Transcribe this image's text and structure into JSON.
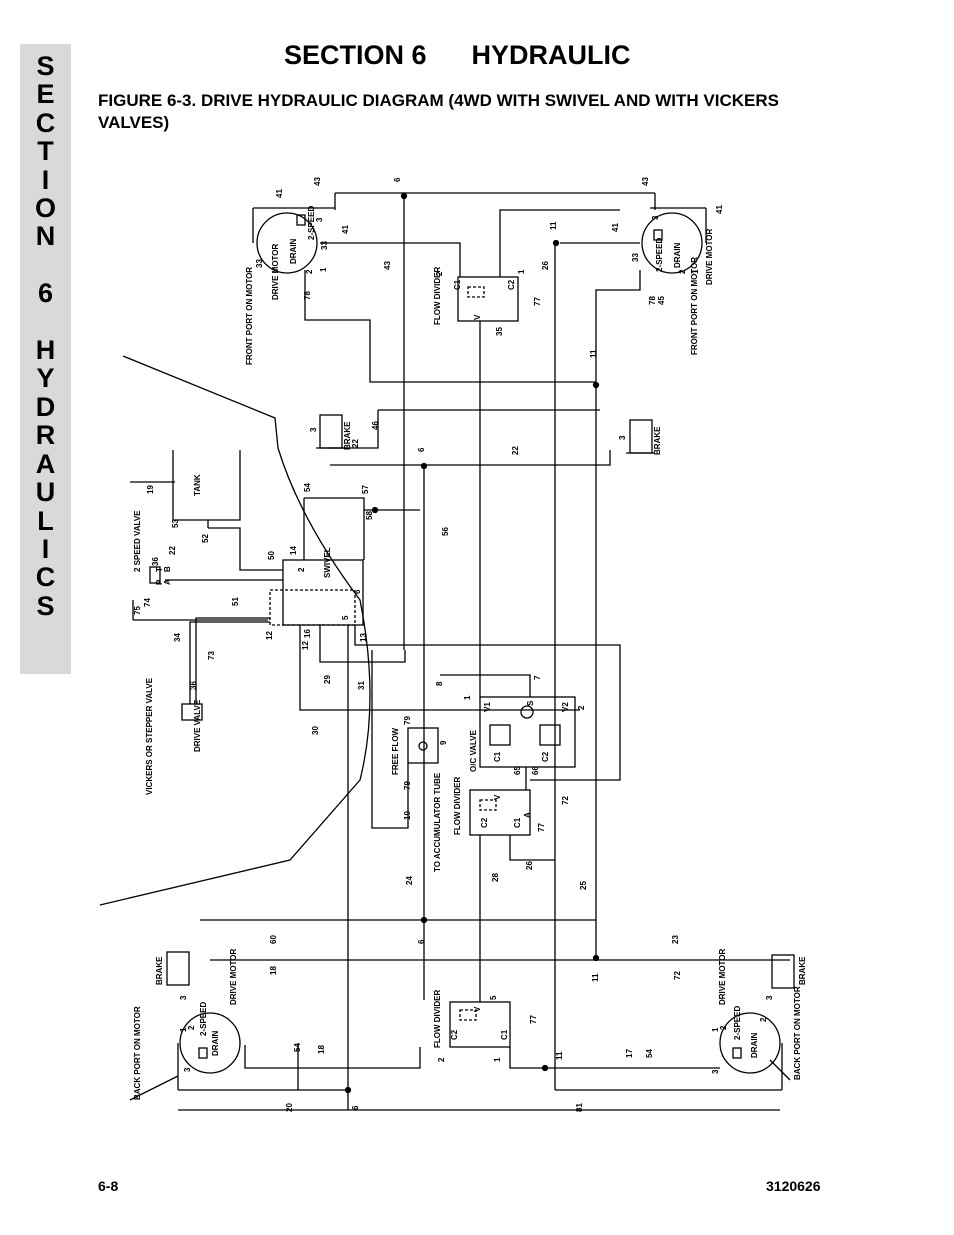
{
  "side_tab": {
    "letters": [
      "S",
      "E",
      "C",
      "T",
      "I",
      "O",
      "N",
      "",
      "6",
      "",
      "H",
      "Y",
      "D",
      "R",
      "A",
      "U",
      "L",
      "I",
      "C",
      "S"
    ]
  },
  "header": {
    "section": "SECTION 6      HYDRAULIC",
    "figure": "FIGURE 6-3.    DRIVE HYDRAULIC DIAGRAM (4WD WITH SWIVEL AND WITH VICKERS VALVES)"
  },
  "diagram": {
    "components": {
      "drive_motor": "DRIVE MOTOR",
      "front_port": "FRONT PORT ON MOTOR",
      "back_port": "BACK PORT ON MOTOR",
      "flow_divider": "FLOW DIVIDER",
      "brake": "BRAKE",
      "tank": "TANK",
      "two_speed_valve": "2 SPEED VALVE",
      "swivel": "SWIVEL",
      "vickers": "VICKERS OR STEPPER VALVE",
      "drive_valve": "DRIVE VALVE",
      "free_flow": "FREE FLOW",
      "oc_valve": "O/C VALVE",
      "accumulator": "TO ACCUMULATOR TUBE",
      "two_speed": "2-SPEED",
      "drain": "DRAIN"
    },
    "port_labels": {
      "c1": "C1",
      "c2": "C2",
      "v": "V",
      "v1": "V1",
      "v2": "V2",
      "s": "S",
      "a": "A",
      "b": "B",
      "p": "P",
      "t": "T"
    },
    "numbers": {
      "n1": "1",
      "n2": "2",
      "n3": "3",
      "n5": "5",
      "n6": "6",
      "n7": "7",
      "n8": "8",
      "n9": "9",
      "n10": "10",
      "n11": "11",
      "n12": "12",
      "n13": "13",
      "n14": "14",
      "n16": "16",
      "n17": "17",
      "n18": "18",
      "n19": "19",
      "n20": "20",
      "n22": "22",
      "n23": "23",
      "n24": "24",
      "n25": "25",
      "n26": "26",
      "n28": "28",
      "n29": "29",
      "n30": "30",
      "n31": "31",
      "n33": "33",
      "n34": "34",
      "n35": "35",
      "n36": "36",
      "n41": "41",
      "n43": "43",
      "n45": "45",
      "n46": "46",
      "n50": "50",
      "n51": "51",
      "n52": "52",
      "n53": "53",
      "n54": "54",
      "n56": "56",
      "n57": "57",
      "n58": "58",
      "n60": "60",
      "n65": "65",
      "n66": "66",
      "n72": "72",
      "n73": "73",
      "n74": "74",
      "n75": "75",
      "n77": "77",
      "n78": "78",
      "n79": "79",
      "n81": "81"
    }
  },
  "footer": {
    "page": "6-8",
    "doc_number": "3120626"
  }
}
